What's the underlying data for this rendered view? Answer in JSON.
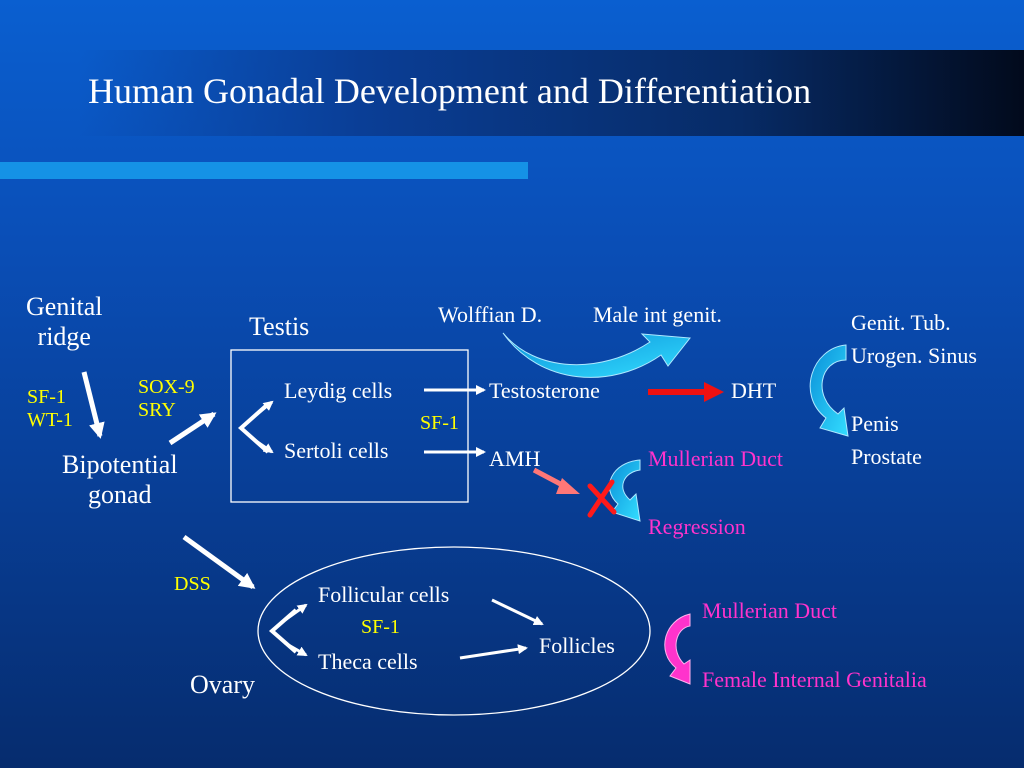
{
  "slide": {
    "title": "Human Gonadal Development and Differentiation"
  },
  "diagram": {
    "genital_ridge": [
      "Genital",
      "ridge"
    ],
    "ridge_factors": [
      "SF-1",
      "WT-1"
    ],
    "bipotential_gonad": [
      "Bipotential",
      "gonad"
    ],
    "testis_factors": [
      "SOX-9",
      "SRY"
    ],
    "ovary_factor": "DSS",
    "testis": {
      "label": "Testis",
      "leydig_cells": "Leydig cells",
      "sertoli_cells": "Sertoli cells",
      "factor": "SF-1"
    },
    "male_path": {
      "testosterone": "Testosterone",
      "dht": "DHT",
      "amh": "AMH",
      "wolffian_duct": "Wolffian D.",
      "male_int_genit": "Male int genit.",
      "mullerian_duct": "Mullerian Duct",
      "regression": "Regression",
      "external_genitalia_sources": [
        "Genit. Tub.",
        "Urogen. Sinus"
      ],
      "external_genitalia": [
        "Penis",
        "Prostate"
      ]
    },
    "ovary": {
      "label": "Ovary",
      "follicular_cells": "Follicular cells",
      "theca_cells": "Theca cells",
      "factor": "SF-1",
      "follicles": "Follicles"
    },
    "female_path": {
      "mullerian_duct": "Mullerian Duct",
      "female_internal_genitalia": "Female Internal Genitalia"
    }
  },
  "colors": {
    "background_top": "#0a5fd0",
    "background_bottom": "#062c6e",
    "accent_bar": "#1592e6",
    "factor_text": "#ffff00",
    "duct_text": "#ff33cc",
    "cyan_arrow": "#22c4f0",
    "red_arrow": "#ee1111",
    "pink_arrow": "#ff7777",
    "magenta_arrow": "#ff33cc",
    "block_mark": "#ff1a1a"
  },
  "icons": {
    "block_mark": "x-icon"
  }
}
